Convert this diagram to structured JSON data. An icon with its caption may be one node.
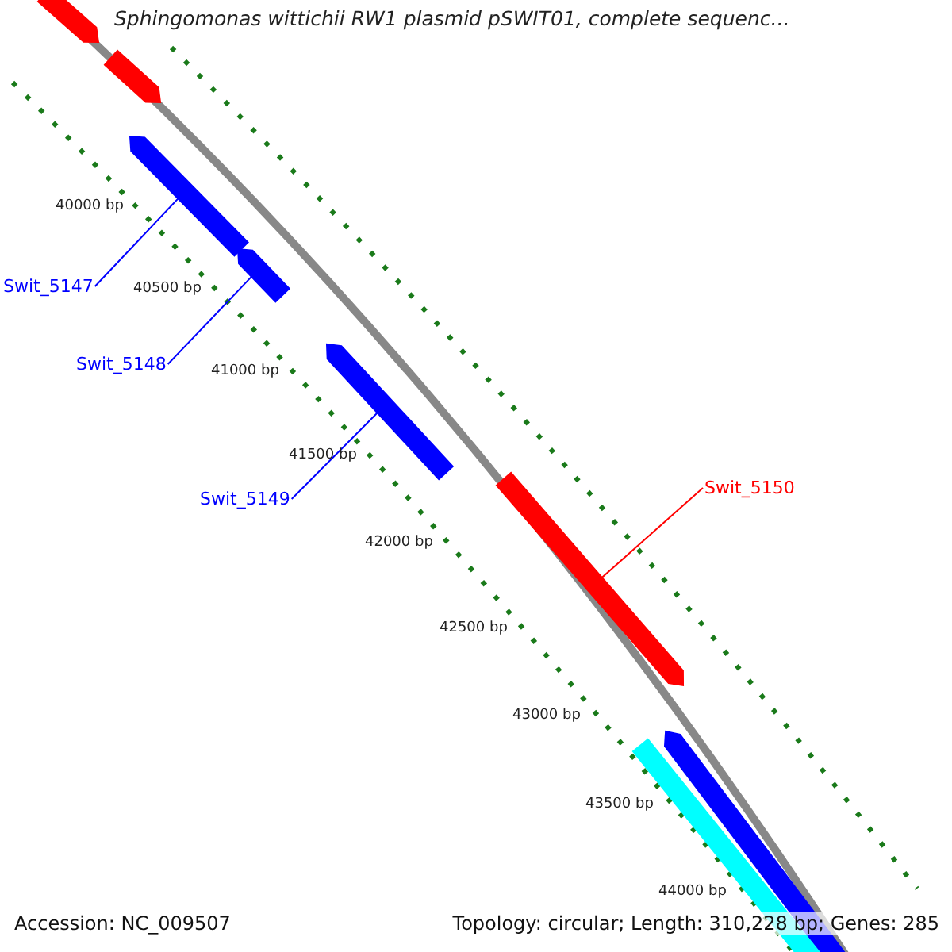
{
  "diagram": {
    "title": "Sphingomonas wittichii RW1 plasmid pSWIT01, complete sequenc...",
    "nodes": [
      {
        "text": [],
        "shape": "arrow"
      },
      {
        "text": [],
        "shape": "arrow"
      },
      {
        "text": [],
        "shape": "arrow"
      },
      {
        "text": [],
        "shape": "arrow"
      },
      {
        "text": [
          "Swit_5147"
        ]
      },
      {
        "text": [
          "Swit_5148"
        ]
      },
      {
        "text": [],
        "shape": "arrow"
      },
      {
        "text": [
          "Swit_5149"
        ]
      },
      {
        "text": [
          "Swit_5150"
        ]
      },
      {
        "text": [],
        "shape": "arrow"
      },
      {
        "text": [],
        "shape": "arrow"
      },
      {
        "text": [],
        "shape": "bar"
      }
    ],
    "edges": [
      {
        "from": 4,
        "to": 2,
        "arrow": "none"
      },
      {
        "from": 5,
        "to": 3,
        "arrow": "none"
      },
      {
        "from": 7,
        "to": 6,
        "arrow": "none"
      },
      {
        "from": 8,
        "to": 9,
        "arrow": "none",
        "color": "#ff0000"
      }
    ],
    "labels": [
      "40000 bp",
      "40500 bp",
      "41000 bp",
      "41500 bp",
      "42000 bp",
      "42500 bp",
      "43000 bp",
      "43500 bp",
      "44000 bp",
      "Accession: NC_009507",
      "Topology: circular; Length: 310,228 bp; Genes: 285"
    ]
  }
}
